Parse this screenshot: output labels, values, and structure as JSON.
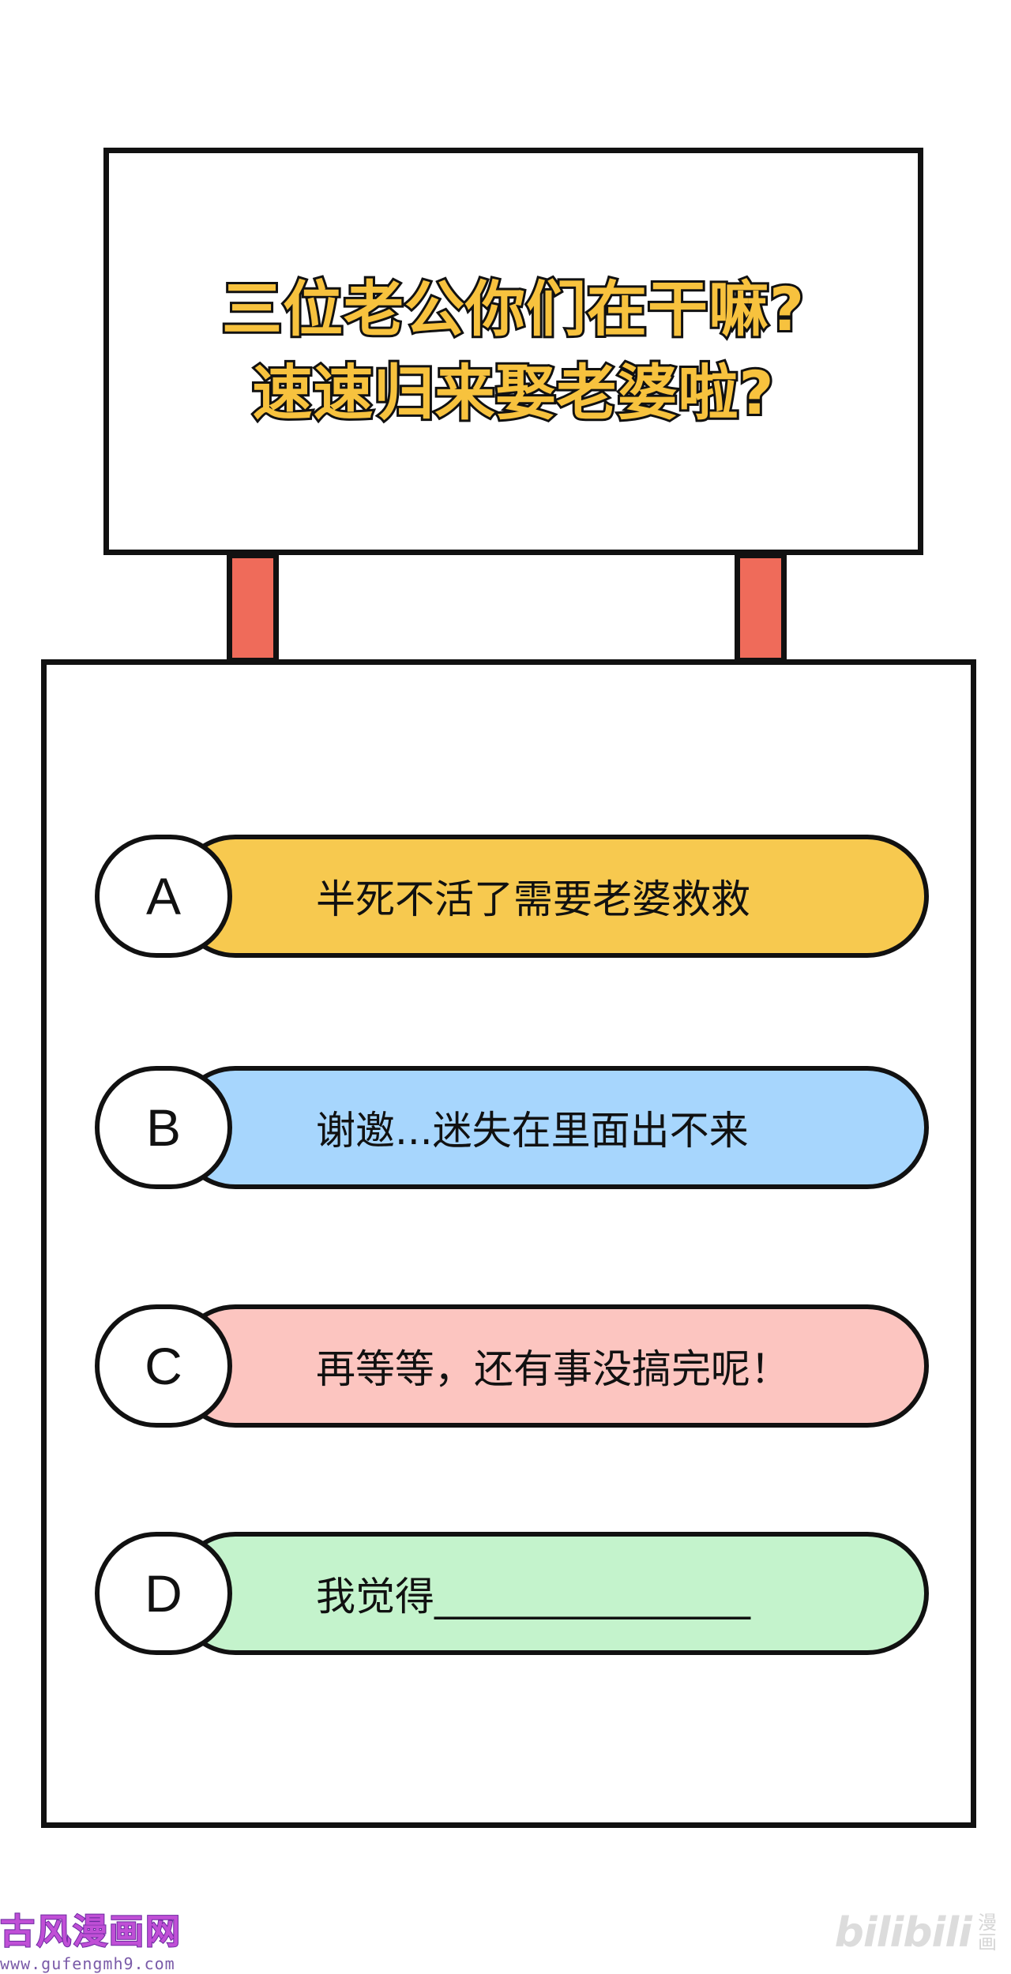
{
  "sign": {
    "line1": "三位老公你们在干嘛?",
    "line2": "速速归来娶老婆啦?"
  },
  "options": [
    {
      "letter": "A",
      "text": "半死不活了需要老婆救救",
      "color": "#f7c94f"
    },
    {
      "letter": "B",
      "text": "谢邀...迷失在里面出不来",
      "color": "#a7d6fd"
    },
    {
      "letter": "C",
      "text": "再等等，还有事没搞完呢！",
      "color": "#fcc5c0"
    },
    {
      "letter": "D",
      "text": "我觉得________________",
      "color": "#c4f3cc"
    }
  ],
  "watermark": {
    "site_name": "古风漫画网",
    "site_url": "www.gufengmh9.com",
    "brand": "bilibili",
    "brand_sub1": "漫",
    "brand_sub2": "画"
  },
  "colors": {
    "sign_text": "#f7c23e",
    "post": "#ef6b5a",
    "outline": "#111111"
  }
}
